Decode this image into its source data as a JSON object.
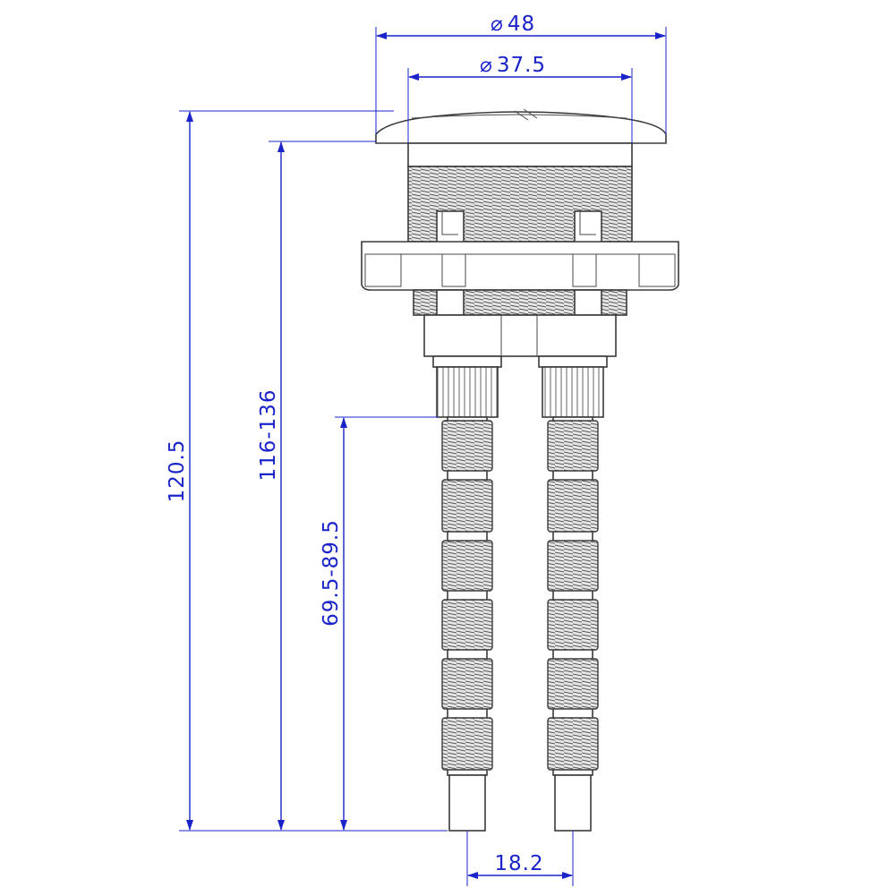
{
  "dimensions": {
    "outer_diameter": "48",
    "inner_diameter": "37.5",
    "total_height": "120.5",
    "adjustable_height": "116-136",
    "cable_length": "69.5-89.5",
    "cable_spacing": "18.2"
  },
  "symbols": {
    "diameter": "⌀"
  },
  "colors": {
    "dimension_blue": "#1a24c8",
    "outline": "#3a3a3a"
  }
}
